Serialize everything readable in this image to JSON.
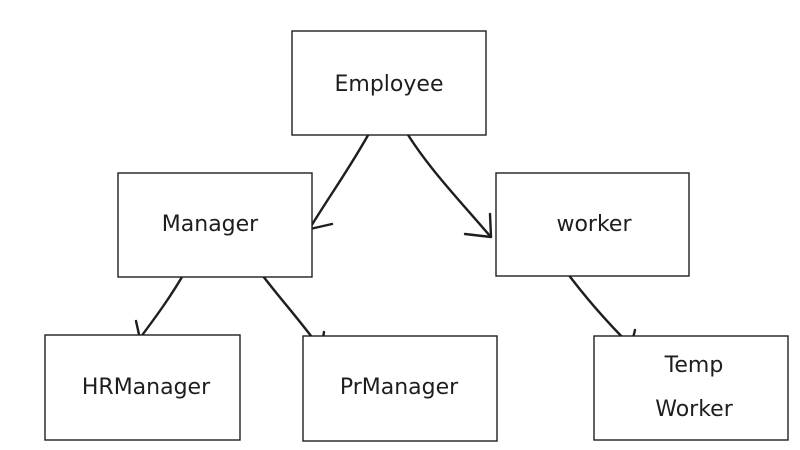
{
  "nodes": {
    "employee": {
      "label": "Employee"
    },
    "manager": {
      "label": "Manager"
    },
    "worker": {
      "label": "worker"
    },
    "hrmanager": {
      "label": "HRManager"
    },
    "prmanager": {
      "label": "PrManager"
    },
    "tempworker": {
      "line1": "Temp",
      "line2": "Worker"
    }
  },
  "colors": {
    "stroke": "#1e1e1e",
    "background": "#ffffff"
  }
}
